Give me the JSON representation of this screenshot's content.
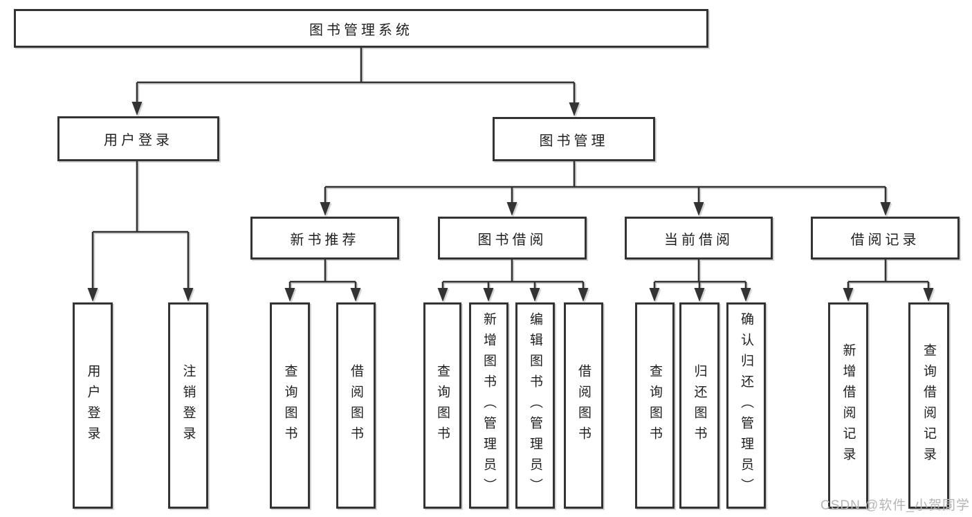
{
  "tree": {
    "label": "图书管理系统",
    "children": [
      {
        "label": "用户登录",
        "children": [
          {
            "label": "用户登录"
          },
          {
            "label": "注销登录"
          }
        ]
      },
      {
        "label": "图书管理",
        "children": [
          {
            "label": "新书推荐",
            "children": [
              {
                "label": "查询图书"
              },
              {
                "label": "借阅图书"
              }
            ]
          },
          {
            "label": "图书借阅",
            "children": [
              {
                "label": "查询图书"
              },
              {
                "label": "新增图书（管理员）"
              },
              {
                "label": "编辑图书（管理员）"
              },
              {
                "label": "借阅图书"
              }
            ]
          },
          {
            "label": "当前借阅",
            "children": [
              {
                "label": "查询图书"
              },
              {
                "label": "归还图书"
              },
              {
                "label": "确认归还（管理员）"
              }
            ]
          },
          {
            "label": "借阅记录",
            "children": [
              {
                "label": "新增借阅记录"
              },
              {
                "label": "查询借阅记录"
              }
            ]
          }
        ]
      }
    ]
  },
  "watermark": {
    "text": "CSDN @软件_小贺同学"
  },
  "colors": {
    "line": "#333333",
    "text": "#1f1f1f",
    "watermark_gray": "#b5b5b5",
    "background": "#ffffff"
  }
}
